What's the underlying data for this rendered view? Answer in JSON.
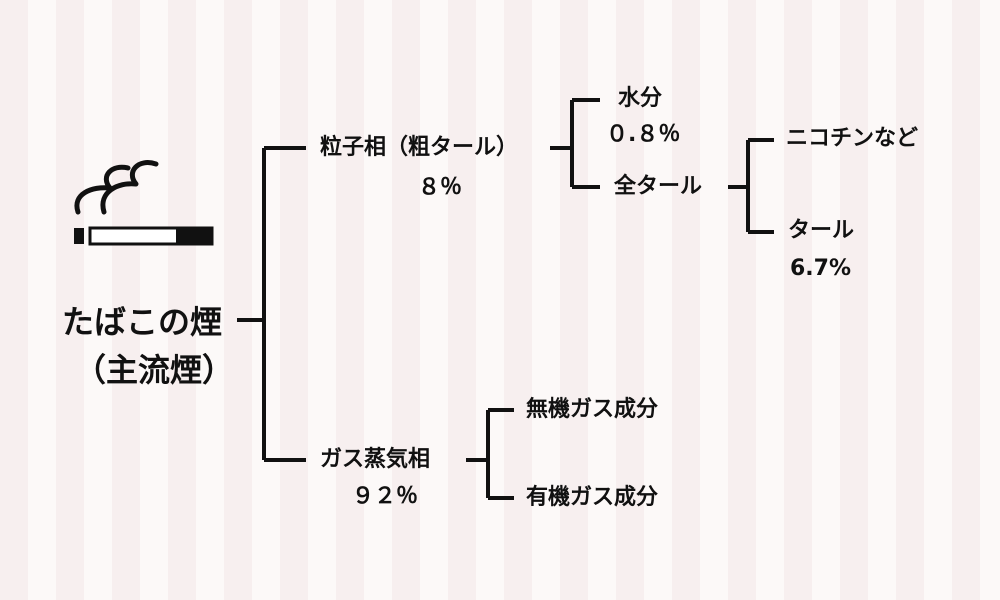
{
  "root": {
    "line1": "たばこの煙",
    "line2": "（主流煙）"
  },
  "particle_phase": {
    "label": "粒子相（粗タール）",
    "value": "８％"
  },
  "water": {
    "label": "水分",
    "value": "０.８％"
  },
  "total_tar": {
    "label": "全タール"
  },
  "nicotine": {
    "label": "ニコチンなど"
  },
  "tar": {
    "label": "タール",
    "value": "6.7%"
  },
  "gas_phase": {
    "label": "ガス蒸気相",
    "value": "９２％"
  },
  "inorganic_gas": {
    "label": "無機ガス成分"
  },
  "organic_gas": {
    "label": "有機ガス成分"
  },
  "colors": {
    "line": "#111111",
    "bg_stripe_a": "#f7efef",
    "bg_stripe_b": "#fcf9f8"
  },
  "icons": {
    "cigarette": "cigarette-smoke-icon"
  }
}
